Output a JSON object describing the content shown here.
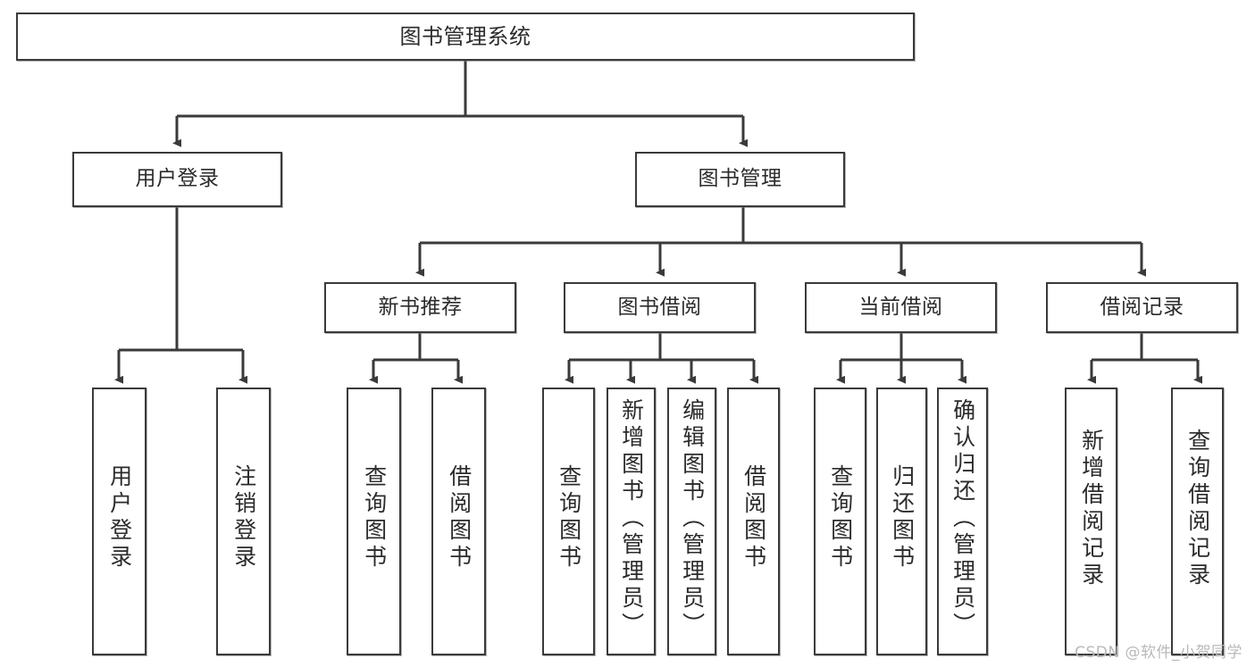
{
  "diagram": {
    "type": "tree",
    "title": "图书管理系统",
    "style": {
      "box_border": "#3a3a3a",
      "box_fill": "#ffffff",
      "text_color": "#2b2b2b",
      "connector": "#3a3a3a",
      "background": "#ffffff"
    },
    "nodes": {
      "root": {
        "label": "图书管理系统",
        "orientation": "horizontal"
      },
      "l2": [
        {
          "id": "user-login",
          "label": "用户登录",
          "orientation": "horizontal"
        },
        {
          "id": "book-manage",
          "label": "图书管理",
          "orientation": "horizontal"
        }
      ],
      "l3": [
        {
          "id": "new-book-recommend",
          "label": "新书推荐",
          "orientation": "horizontal"
        },
        {
          "id": "book-borrow",
          "label": "图书借阅",
          "orientation": "horizontal"
        },
        {
          "id": "current-borrow",
          "label": "当前借阅",
          "orientation": "horizontal"
        },
        {
          "id": "borrow-record",
          "label": "借阅记录",
          "orientation": "horizontal"
        }
      ],
      "leaves": [
        {
          "id": "leaf-user-login",
          "label": "用户登录",
          "orientation": "vertical",
          "parent": "user-login"
        },
        {
          "id": "leaf-logout-login",
          "label": "注销登录",
          "orientation": "vertical",
          "parent": "user-login"
        },
        {
          "id": "leaf-query-book-1",
          "label": "查询图书",
          "orientation": "vertical",
          "parent": "new-book-recommend"
        },
        {
          "id": "leaf-borrow-book-1",
          "label": "借阅图书",
          "orientation": "vertical",
          "parent": "new-book-recommend"
        },
        {
          "id": "leaf-query-book-2",
          "label": "查询图书",
          "orientation": "vertical",
          "parent": "book-borrow"
        },
        {
          "id": "leaf-add-book",
          "label": "新增图书（管理员）",
          "orientation": "vertical",
          "parent": "book-borrow"
        },
        {
          "id": "leaf-edit-book",
          "label": "编辑图书（管理员）",
          "orientation": "vertical",
          "parent": "book-borrow"
        },
        {
          "id": "leaf-borrow-book-2",
          "label": "借阅图书",
          "orientation": "vertical",
          "parent": "book-borrow"
        },
        {
          "id": "leaf-query-book-3",
          "label": "查询图书",
          "orientation": "vertical",
          "parent": "current-borrow"
        },
        {
          "id": "leaf-return-book",
          "label": "归还图书",
          "orientation": "vertical",
          "parent": "current-borrow"
        },
        {
          "id": "leaf-confirm-return",
          "label": "确认归还（管理员）",
          "orientation": "vertical",
          "parent": "current-borrow"
        },
        {
          "id": "leaf-add-record",
          "label": "新增借阅记录",
          "orientation": "vertical",
          "parent": "borrow-record"
        },
        {
          "id": "leaf-query-record",
          "label": "查询借阅记录",
          "orientation": "vertical",
          "parent": "borrow-record"
        }
      ]
    }
  },
  "watermark": {
    "text": "CSDN @软件_小贺同学"
  }
}
